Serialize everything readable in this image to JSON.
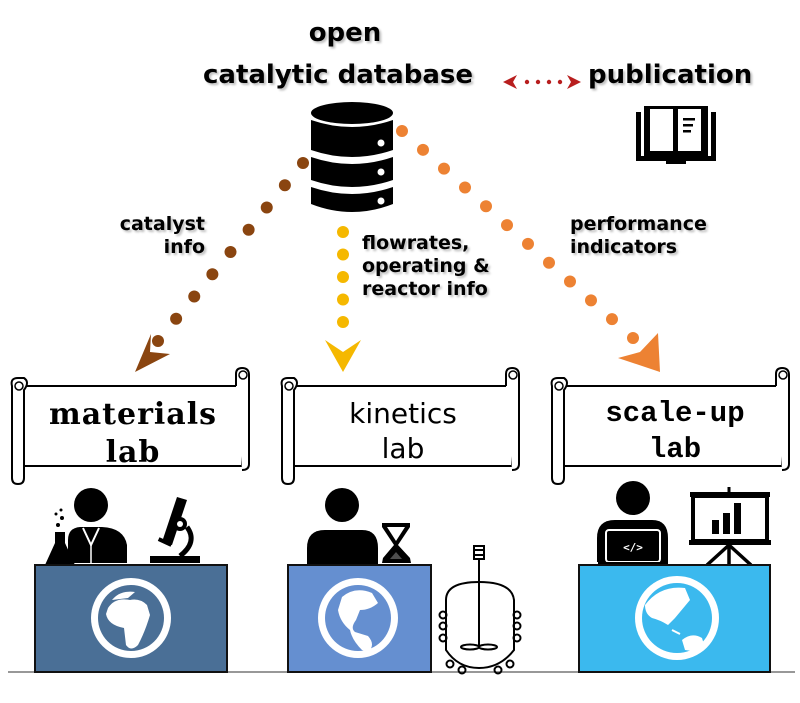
{
  "header": {
    "database_line1": "open",
    "database_line2": "catalytic database",
    "publication": "publication"
  },
  "flows": {
    "catalyst_line1": "catalyst",
    "catalyst_line2": "info",
    "kinetics_line1": "flowrates,",
    "kinetics_line2": "operating &",
    "kinetics_line3": "reactor info",
    "performance_line1": "performance",
    "performance_line2": "indicators"
  },
  "labs": [
    {
      "line1": "materials",
      "line2": "lab",
      "desk_color": "#4a6f96"
    },
    {
      "line1": "kinetics",
      "line2": "lab",
      "desk_color": "#658fd0"
    },
    {
      "line1": "scale-up",
      "line2": "lab",
      "desk_color": "#3bb9ee"
    }
  ],
  "colors": {
    "catalyst_arrow": "#8a4510",
    "kinetics_arrow": "#f5b800",
    "performance_arrow": "#ed8233",
    "publication_arrow": "#b81e1e"
  },
  "icons": {
    "database": "database-icon",
    "publication": "open-book-icon",
    "materials_props": [
      "scientist-icon",
      "flask-icon",
      "microscope-icon"
    ],
    "kinetics_props": [
      "person-icon",
      "hourglass-icon",
      "reactor-vessel-icon"
    ],
    "scaleup_props": [
      "coder-laptop-icon",
      "presentation-chart-icon"
    ]
  }
}
